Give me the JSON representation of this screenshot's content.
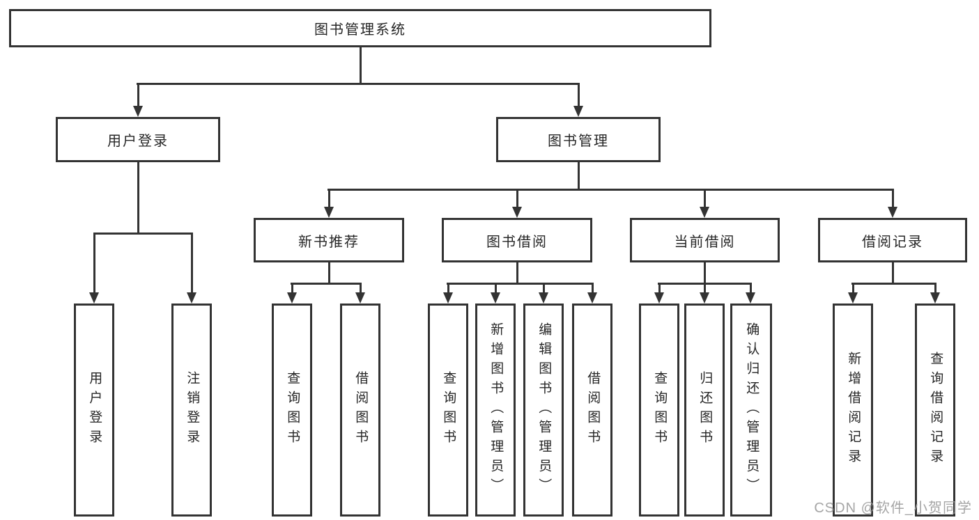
{
  "root": {
    "label": "图书管理系统"
  },
  "branches": [
    {
      "label": "用户登录",
      "children": [
        {
          "label": "用户登录"
        },
        {
          "label": "注销登录"
        }
      ]
    },
    {
      "label": "图书管理",
      "sections": [
        {
          "label": "新书推荐",
          "children": [
            {
              "label": "查询图书"
            },
            {
              "label": "借阅图书"
            }
          ]
        },
        {
          "label": "图书借阅",
          "children": [
            {
              "label": "查询图书"
            },
            {
              "label": "新增图书（管理员）"
            },
            {
              "label": "编辑图书（管理员）"
            },
            {
              "label": "借阅图书"
            }
          ]
        },
        {
          "label": "当前借阅",
          "children": [
            {
              "label": "查询图书"
            },
            {
              "label": "归还图书"
            },
            {
              "label": "确认归还（管理员）"
            }
          ]
        },
        {
          "label": "借阅记录",
          "children": [
            {
              "label": "新增借阅记录"
            },
            {
              "label": "查询借阅记录"
            }
          ]
        }
      ]
    }
  ],
  "watermark": {
    "text": "CSDN @软件_小贺同学"
  },
  "colors": {
    "line": "#333333",
    "text": "#262626",
    "watermark": "#9B9B9B",
    "background": "#FFFFFF"
  }
}
